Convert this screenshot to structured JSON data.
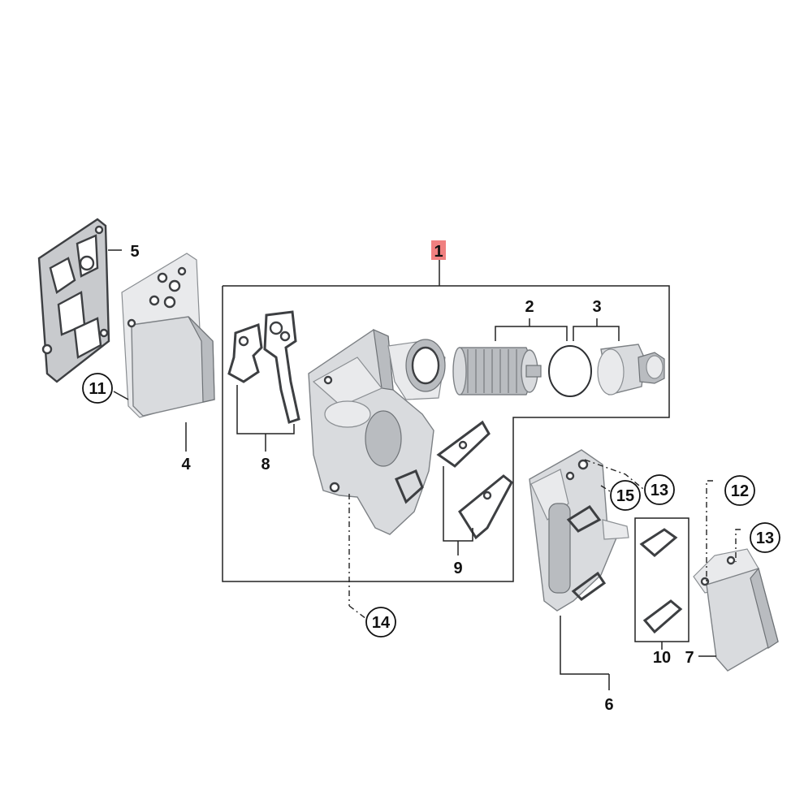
{
  "labels": {
    "main_assembly": "1",
    "filter_element": "2",
    "filter_cap": "3",
    "oil_cooler_left": "4",
    "cooler_gasket_left": "5",
    "filter_housing_right": "6",
    "oil_cooler_right": "7",
    "housing_gasket_set": "8",
    "gasket_pair_center": "9",
    "gasket_pair_right": "10",
    "bolt_left": "11",
    "bolt_right": "12",
    "screw_upper": "13",
    "screw_lower": "13",
    "sensor_14": "14",
    "plug_15": "15"
  },
  "colors": {
    "highlight_badge": "#f08080",
    "part_fill": "#d9dbde",
    "line": "#222222"
  }
}
